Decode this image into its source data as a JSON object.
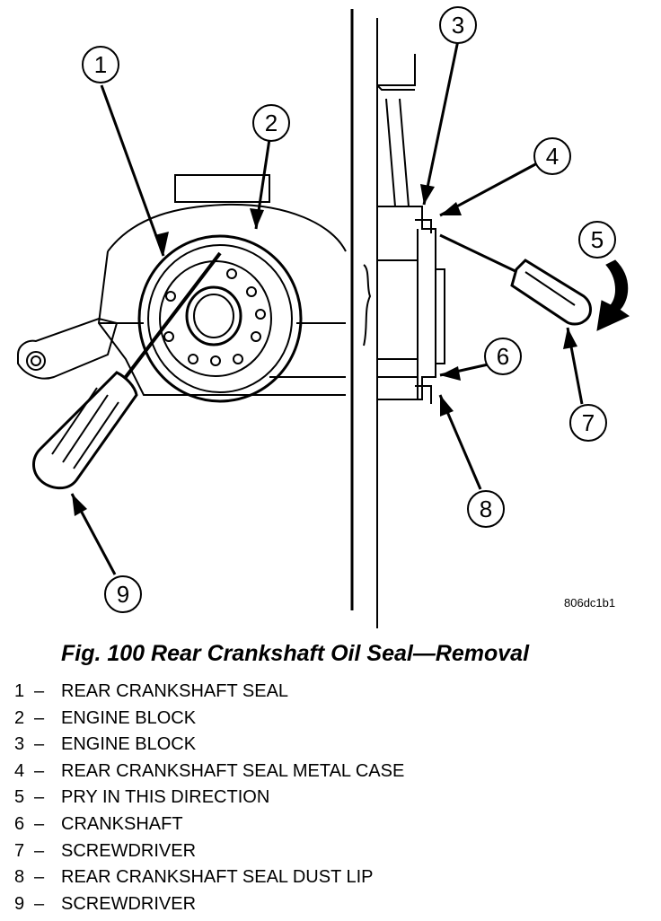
{
  "figure": {
    "code": "806dc1b1",
    "caption": "Fig. 100 Rear Crankshaft Oil Seal—Removal",
    "callouts": [
      "1",
      "2",
      "3",
      "4",
      "5",
      "6",
      "7",
      "8",
      "9"
    ]
  },
  "legend": [
    {
      "num": "1",
      "text": "REAR CRANKSHAFT SEAL"
    },
    {
      "num": "2",
      "text": "ENGINE BLOCK"
    },
    {
      "num": "3",
      "text": "ENGINE BLOCK"
    },
    {
      "num": "4",
      "text": "REAR CRANKSHAFT SEAL METAL CASE"
    },
    {
      "num": "5",
      "text": "PRY IN THIS DIRECTION"
    },
    {
      "num": "6",
      "text": "CRANKSHAFT"
    },
    {
      "num": "7",
      "text": "SCREWDRIVER"
    },
    {
      "num": "8",
      "text": "REAR CRANKSHAFT SEAL DUST LIP"
    },
    {
      "num": "9",
      "text": "SCREWDRIVER"
    }
  ],
  "separator": "–"
}
